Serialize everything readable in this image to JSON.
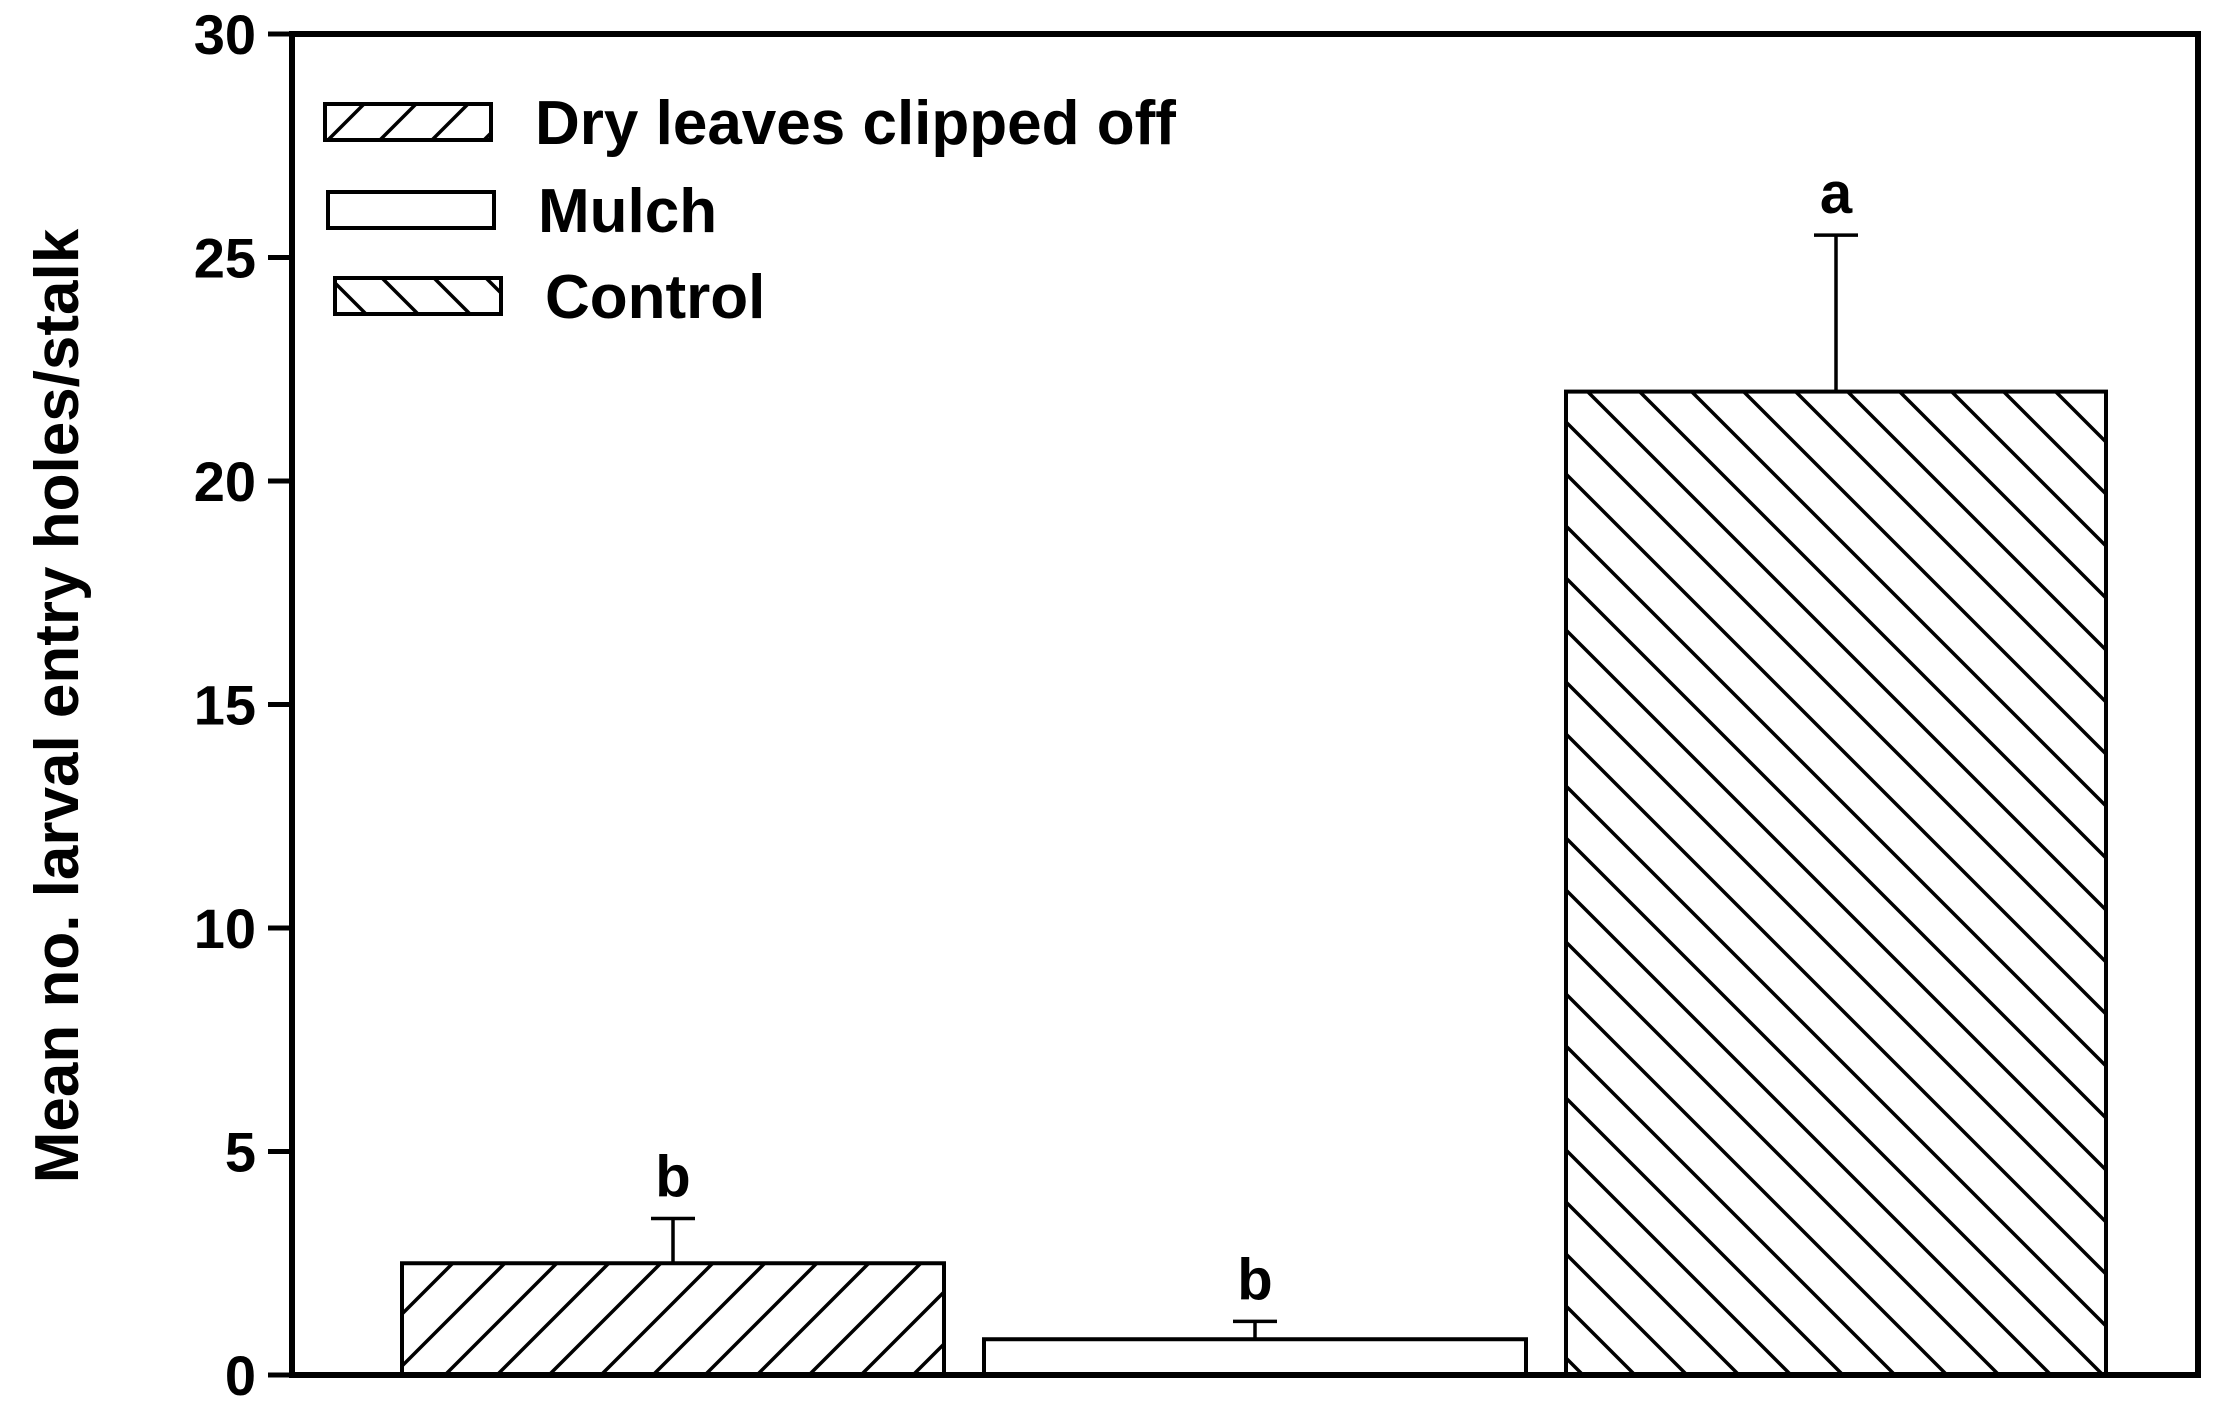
{
  "chart_data": {
    "type": "bar",
    "title": "",
    "xlabel": "",
    "ylabel": "Mean no. larval entry holes/stalk",
    "ylim": [
      0,
      30
    ],
    "yticks": [
      0,
      5,
      10,
      15,
      20,
      25,
      30
    ],
    "grid": false,
    "legend_position": "top-left",
    "series": [
      {
        "name": "Dry leaves clipped off",
        "value": 2.5,
        "error": 1.0,
        "significance": "b",
        "pattern": "hatch-forward"
      },
      {
        "name": "Mulch",
        "value": 0.8,
        "error": 0.4,
        "significance": "b",
        "pattern": "none"
      },
      {
        "name": "Control",
        "value": 22,
        "error": 3.5,
        "significance": "a",
        "pattern": "hatch-backward"
      }
    ]
  },
  "colors": {
    "stroke": "#000000",
    "fill": "#ffffff"
  }
}
